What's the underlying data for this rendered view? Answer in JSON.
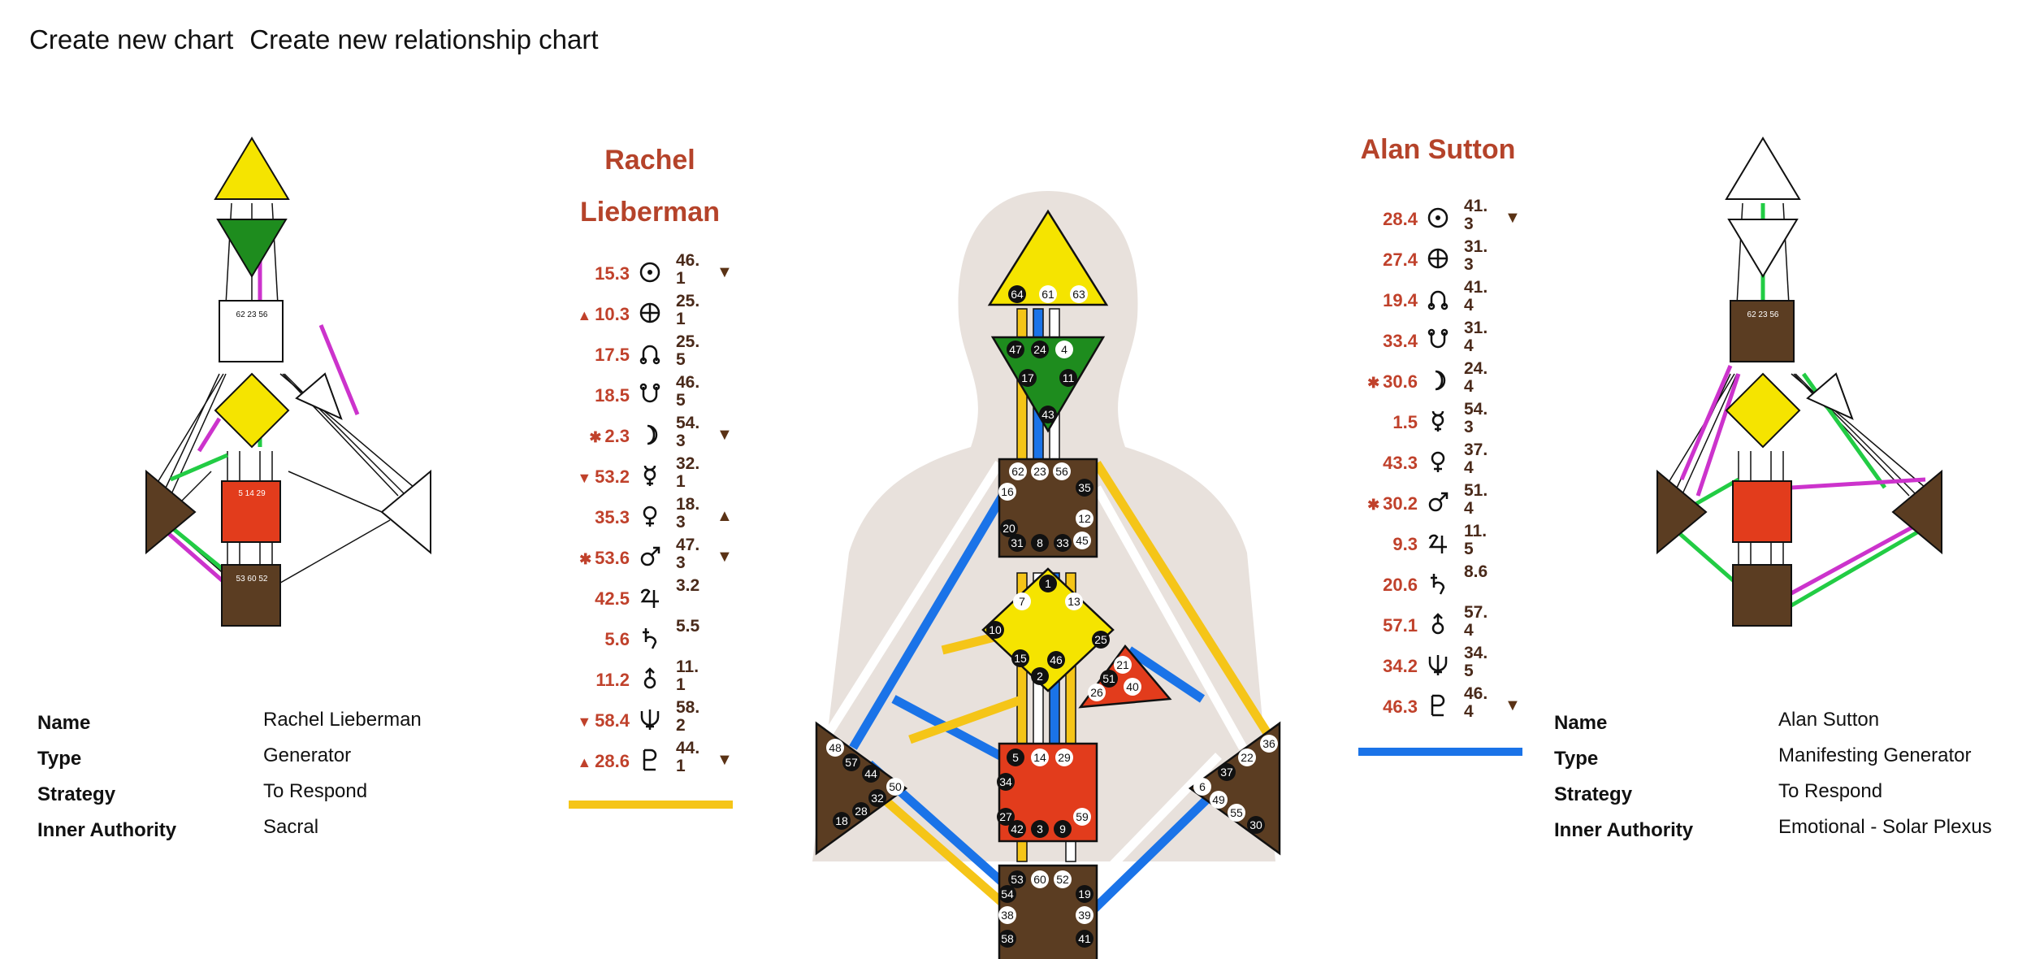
{
  "nav": {
    "create_chart": "Create new chart",
    "create_relationship": "Create new relationship chart"
  },
  "left_person": {
    "name_line1": "Rachel",
    "name_line2": "Lieberman",
    "accent_color": "#f5c518",
    "rows": [
      {
        "planet": "sun-icon",
        "activation": "15.3",
        "marker": "",
        "design": "46.",
        "design2": "1",
        "arrow": "▼"
      },
      {
        "planet": "earth-icon",
        "activation": "10.3",
        "marker": "▲",
        "design": "25.",
        "design2": "1",
        "arrow": ""
      },
      {
        "planet": "north-node-icon",
        "activation": "17.5",
        "marker": "",
        "design": "25.",
        "design2": "5",
        "arrow": ""
      },
      {
        "planet": "south-node-icon",
        "activation": "18.5",
        "marker": "",
        "design": "46.",
        "design2": "5",
        "arrow": ""
      },
      {
        "planet": "moon-icon",
        "activation": "2.3",
        "marker": "✱",
        "design": "54.",
        "design2": "3",
        "arrow": "▼"
      },
      {
        "planet": "mercury-icon",
        "activation": "53.2",
        "marker": "▼",
        "design": "32.",
        "design2": "1",
        "arrow": ""
      },
      {
        "planet": "venus-icon",
        "activation": "35.3",
        "marker": "",
        "design": "18.",
        "design2": "3",
        "arrow": "▲"
      },
      {
        "planet": "mars-icon",
        "activation": "53.6",
        "marker": "✱",
        "design": "47.",
        "design2": "3",
        "arrow": "▼"
      },
      {
        "planet": "jupiter-icon",
        "activation": "42.5",
        "marker": "",
        "design": "3.2",
        "design2": "",
        "arrow": ""
      },
      {
        "planet": "saturn-icon",
        "activation": "5.6",
        "marker": "",
        "design": "5.5",
        "design2": "",
        "arrow": ""
      },
      {
        "planet": "uranus-icon",
        "activation": "11.2",
        "marker": "",
        "design": "11.",
        "design2": "1",
        "arrow": ""
      },
      {
        "planet": "neptune-icon",
        "activation": "58.4",
        "marker": "▼",
        "design": "58.",
        "design2": "2",
        "arrow": ""
      },
      {
        "planet": "pluto-icon",
        "activation": "28.6",
        "marker": "▲",
        "design": "44.",
        "design2": "1",
        "arrow": "▼"
      }
    ],
    "info": {
      "name": "Rachel Lieberman",
      "type": "Generator",
      "strategy": "To Respond",
      "authority": "Sacral"
    }
  },
  "right_person": {
    "name": "Alan Sutton",
    "accent_color": "#1a73e8",
    "rows": [
      {
        "planet": "sun-icon",
        "activation": "28.4",
        "marker": "",
        "design": "41.",
        "design2": "3",
        "arrow": "▼"
      },
      {
        "planet": "earth-icon",
        "activation": "27.4",
        "marker": "",
        "design": "31.",
        "design2": "3",
        "arrow": ""
      },
      {
        "planet": "north-node-icon",
        "activation": "19.4",
        "marker": "",
        "design": "41.",
        "design2": "4",
        "arrow": ""
      },
      {
        "planet": "south-node-icon",
        "activation": "33.4",
        "marker": "",
        "design": "31.",
        "design2": "4",
        "arrow": ""
      },
      {
        "planet": "moon-icon",
        "activation": "30.6",
        "marker": "✱",
        "design": "24.",
        "design2": "4",
        "arrow": ""
      },
      {
        "planet": "mercury-icon",
        "activation": "1.5",
        "marker": "",
        "design": "54.",
        "design2": "3",
        "arrow": ""
      },
      {
        "planet": "venus-icon",
        "activation": "43.3",
        "marker": "",
        "design": "37.",
        "design2": "4",
        "arrow": ""
      },
      {
        "planet": "mars-icon",
        "activation": "30.2",
        "marker": "✱",
        "design": "51.",
        "design2": "4",
        "arrow": ""
      },
      {
        "planet": "jupiter-icon",
        "activation": "9.3",
        "marker": "",
        "design": "11.",
        "design2": "5",
        "arrow": ""
      },
      {
        "planet": "saturn-icon",
        "activation": "20.6",
        "marker": "",
        "design": "8.6",
        "design2": "",
        "arrow": ""
      },
      {
        "planet": "uranus-icon",
        "activation": "57.1",
        "marker": "",
        "design": "57.",
        "design2": "4",
        "arrow": ""
      },
      {
        "planet": "neptune-icon",
        "activation": "34.2",
        "marker": "",
        "design": "34.",
        "design2": "5",
        "arrow": ""
      },
      {
        "planet": "pluto-icon",
        "activation": "46.3",
        "marker": "",
        "design": "46.",
        "design2": "4",
        "arrow": "▼"
      }
    ],
    "info": {
      "name": "Alan Sutton",
      "type": "Manifesting Generator",
      "strategy": "To Respond",
      "authority": "Emotional - Solar Plexus"
    }
  },
  "labels": {
    "name": "Name",
    "type": "Type",
    "strategy": "Strategy",
    "authority": "Inner Authority"
  },
  "center_gates": {
    "head": [
      "64",
      "61",
      "63"
    ],
    "ajna": [
      "47",
      "24",
      "4",
      "17",
      "11",
      "43"
    ],
    "throat": [
      "62",
      "23",
      "56",
      "16",
      "35",
      "12",
      "20",
      "31",
      "8",
      "33",
      "45"
    ],
    "g": [
      "1",
      "7",
      "13",
      "10",
      "25",
      "15",
      "46",
      "2"
    ],
    "heart": [
      "21",
      "51",
      "26",
      "40"
    ],
    "sacral": [
      "5",
      "14",
      "29",
      "34",
      "27",
      "59",
      "42",
      "3",
      "9"
    ],
    "root": [
      "53",
      "60",
      "52",
      "54",
      "19",
      "38",
      "39",
      "58",
      "41"
    ],
    "spleen": [
      "48",
      "57",
      "44",
      "50",
      "32",
      "28",
      "18"
    ],
    "solar": [
      "36",
      "22",
      "37",
      "6",
      "49",
      "55",
      "30"
    ]
  }
}
